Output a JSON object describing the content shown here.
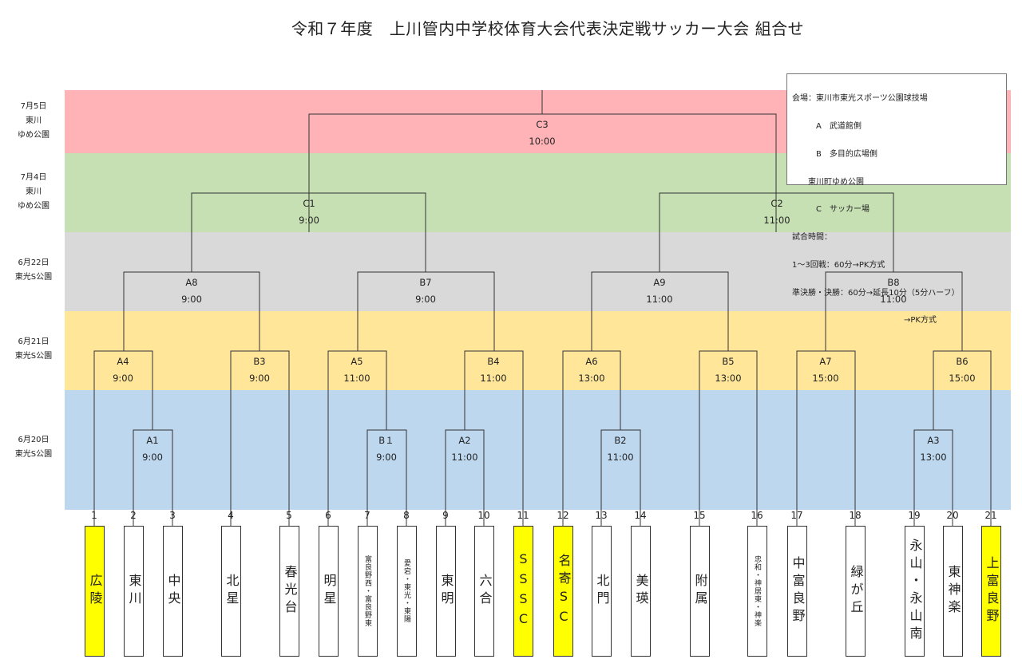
{
  "title": "令和７年度　上川管内中学校体育大会代表決定戦サッカー大会 組合せ",
  "colors": {
    "row_c3": "#ffb3b7",
    "row_c12": "#c6e0b4",
    "row_quarter": "#d9d9d9",
    "row_second": "#ffe699",
    "row_first": "#bdd7ee",
    "highlight": "#ffff00"
  },
  "rows": [
    {
      "label": "7月5日\n東川\nゆめ公園"
    },
    {
      "label": "7月4日\n東川\nゆめ公園"
    },
    {
      "label": "6月22日\n東光S公園"
    },
    {
      "label": "6月21日\n東光S公園"
    },
    {
      "label": "6月20日\n東光S公園"
    }
  ],
  "matches": [
    {
      "id": "C3",
      "time": "10:00"
    },
    {
      "id": "C1",
      "time": "9:00"
    },
    {
      "id": "C2",
      "time": "11:00"
    },
    {
      "id": "A8",
      "time": "9:00"
    },
    {
      "id": "B7",
      "time": "9:00"
    },
    {
      "id": "A9",
      "time": "11:00"
    },
    {
      "id": "B8",
      "time": "11:00"
    },
    {
      "id": "A4",
      "time": "9:00"
    },
    {
      "id": "B3",
      "time": "9:00"
    },
    {
      "id": "A5",
      "time": "11:00"
    },
    {
      "id": "B4",
      "time": "11:00"
    },
    {
      "id": "A6",
      "time": "13:00"
    },
    {
      "id": "B5",
      "time": "13:00"
    },
    {
      "id": "A7",
      "time": "15:00"
    },
    {
      "id": "B6",
      "time": "15:00"
    },
    {
      "id": "A1",
      "time": "9:00"
    },
    {
      "id": "B１",
      "time": "9:00"
    },
    {
      "id": "A2",
      "time": "11:00"
    },
    {
      "id": "B2",
      "time": "11:00"
    },
    {
      "id": "A3",
      "time": "13:00"
    }
  ],
  "teams": [
    {
      "no": "1",
      "name": "広陵",
      "hl": true
    },
    {
      "no": "2",
      "name": "東川"
    },
    {
      "no": "3",
      "name": "中央"
    },
    {
      "no": "4",
      "name": "北星"
    },
    {
      "no": "5",
      "name": "春光台"
    },
    {
      "no": "6",
      "name": "明星"
    },
    {
      "no": "7",
      "name": "富良野西・富良野東",
      "small": true
    },
    {
      "no": "8",
      "name": "愛宕・東光・東陽",
      "small": true
    },
    {
      "no": "9",
      "name": "東明"
    },
    {
      "no": "10",
      "name": "六合"
    },
    {
      "no": "11",
      "name": "SSSC",
      "hl": true
    },
    {
      "no": "12",
      "name": "名寄SC",
      "hl": true
    },
    {
      "no": "13",
      "name": "北門"
    },
    {
      "no": "14",
      "name": "美瑛"
    },
    {
      "no": "15",
      "name": "附属"
    },
    {
      "no": "16",
      "name": "忠和・神居東・神楽",
      "small": true
    },
    {
      "no": "17",
      "name": "中富良野"
    },
    {
      "no": "18",
      "name": "緑が丘"
    },
    {
      "no": "19",
      "name": "永山・永山南"
    },
    {
      "no": "20",
      "name": "東神楽"
    },
    {
      "no": "21",
      "name": "上富良野",
      "hl": true
    }
  ],
  "info": {
    "lines": [
      "会場：東川市東光スポーツ公園球技場",
      "　　　A　武道館側",
      "　　　B　多目的広場側",
      "　　東川町ゆめ公園",
      "　　　C　サッカー場",
      "試合時間：",
      "1～3回戦：60分→PK方式",
      "準決勝・決勝：60分→延長10分（5分ハーフ）",
      "　　　　　　　　　　　　　　→PK方式"
    ]
  }
}
